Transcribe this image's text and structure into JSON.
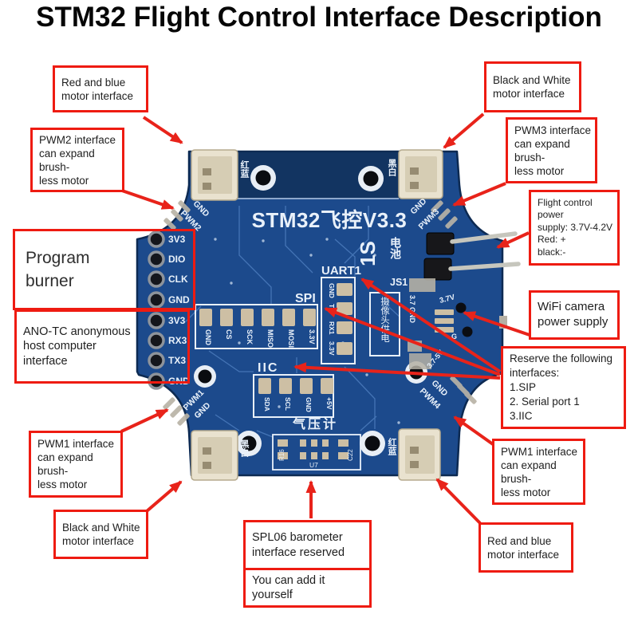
{
  "title": "STM32 Flight Control Interface Description",
  "colors": {
    "annotation_red": "#ee1b11",
    "board_blue": "#1c4a8c",
    "board_dark_band": "#11335e",
    "silkscreen_white": "#e9f1fa",
    "pad_tan": "#cdbfa4",
    "connector_cream": "#e9e2cf"
  },
  "callouts": {
    "red_blue_motor_top_left": "Red and blue\nmotor interface",
    "pwm2": "PWM2 interface\ncan expand brush-\nless motor",
    "program_burner": "Program\n burner",
    "ano_tc": "ANO-TC anonymous\n host computer\ninterface",
    "pwm1_bottom_left": "PWM1 interface\ncan expand brush-\nless motor",
    "black_white_motor_bottom_left": "Black and White\nmotor interface",
    "spl06": "SPL06 barometer\ninterface reserved",
    "add_yourself": "You can add it\nyourself",
    "red_blue_motor_bottom_right": "Red and blue\nmotor interface",
    "pwm1_bottom_right": "PWM1 interface\ncan expand brush-\nless motor",
    "reserve": "Reserve the following\ninterfaces:\n1.SIP\n2. Serial port 1\n3.IIC",
    "wifi_camera": "WiFi camera\npower supply",
    "flight_power": "Flight control power\n supply: 3.7V-4.2V\nRed: +\nblack:-",
    "pwm3": "PWM3 interface\ncan expand brush-\nless motor",
    "black_white_motor_top_right": "Black and White\nmotor interface"
  },
  "pcb": {
    "board_title": "STM32飞控V3.3",
    "programmer_pins": [
      "3V3",
      "DIO",
      "CLK",
      "GND"
    ],
    "uart3_pins": [
      "3V3",
      "RX3",
      "TX3",
      "GND"
    ],
    "spi": {
      "label": "SPI",
      "pins": [
        "GND",
        "CS",
        "SCK",
        "MISO",
        "MOSI",
        "3.3V"
      ]
    },
    "uart1": {
      "label": "UART1",
      "pins": [
        "GND",
        "TX",
        "RX1",
        "3.3V"
      ]
    },
    "iic": {
      "label": "IIC",
      "pins": [
        "SDA",
        "SCL",
        "GND",
        "+5V"
      ]
    },
    "corners": {
      "tl": [
        "GND",
        "PWM2"
      ],
      "tr": [
        "GND",
        "PWM3"
      ],
      "bl": [
        "PWM1",
        "GND"
      ],
      "br": [
        "GND",
        "PWM4"
      ]
    },
    "right": {
      "s1": "1S",
      "battery_cn": "电池",
      "js1": "JS1",
      "camera_cn": "摄像头供电",
      "v37_gnd": "3.7 GND",
      "v37": "3.7V",
      "g": "G",
      "v375": "3.7-5V"
    },
    "bottom": {
      "barometer_cn": "气压计",
      "r16": "R16",
      "u7": "U7",
      "c22": "C22"
    },
    "connectors": {
      "tl_cn": "红蓝",
      "tr_cn": "黑白",
      "bl_cn": "黑白",
      "br_cn": "红蓝"
    }
  }
}
